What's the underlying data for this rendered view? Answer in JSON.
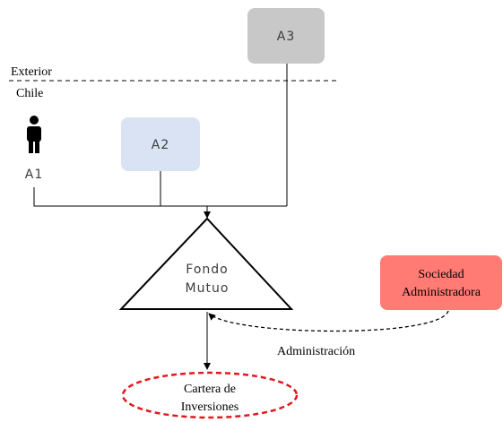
{
  "regions": {
    "exterior_label": "Exterior",
    "chile_label": "Chile"
  },
  "nodes": {
    "a1": {
      "label": "A1",
      "icon": "person-icon"
    },
    "a2": {
      "label": "A2",
      "fill": "#dae3f3"
    },
    "a3": {
      "label": "A3",
      "fill": "#c8c8c8"
    },
    "fund": {
      "line1": "Fondo",
      "line2": "Mutuo"
    },
    "admin_company": {
      "line1": "Sociedad",
      "line2": "Administradora",
      "fill": "#ff7b74"
    },
    "portfolio": {
      "line1": "Cartera de",
      "line2": "Inversiones",
      "border_color": "#e0191e"
    }
  },
  "edges": {
    "administration_label": "Administración"
  },
  "colors": {
    "text": "#3c3c3c",
    "line": "#000000"
  }
}
